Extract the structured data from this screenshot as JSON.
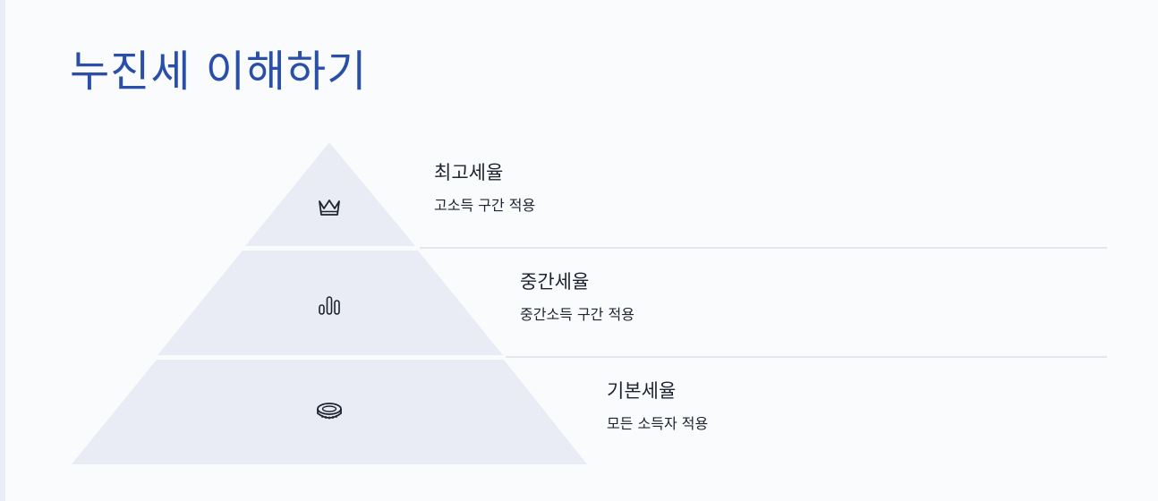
{
  "title": "누진세 이해하기",
  "tiers": [
    {
      "name": "최고세율",
      "desc": "고소득 구간 적용",
      "icon": "crown-icon"
    },
    {
      "name": "중간세율",
      "desc": "중간소득 구간 적용",
      "icon": "bar-chart-icon"
    },
    {
      "name": "기본세율",
      "desc": "모든 소득자 적용",
      "icon": "coin-icon"
    }
  ],
  "colors": {
    "title": "#2a4fa8",
    "tier_fill": "#e9ecf4",
    "text": "#1e2330",
    "divider": "#e3e6ec"
  }
}
